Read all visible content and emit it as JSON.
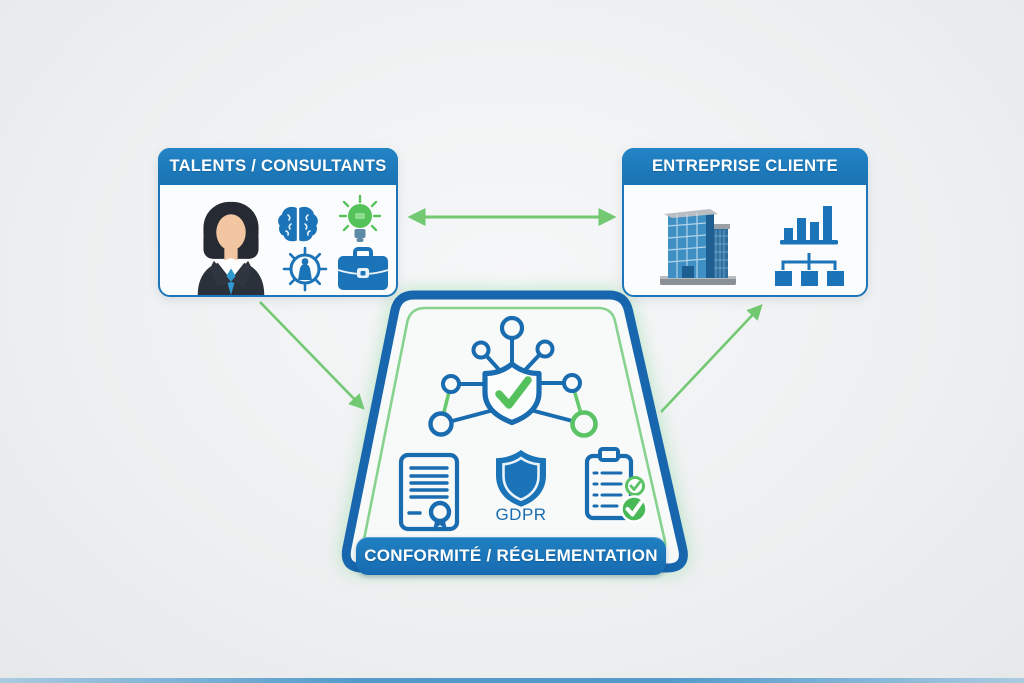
{
  "boxes": {
    "talents": {
      "title": "TALENTS / CONSULTANTS",
      "icons": [
        "woman-avatar",
        "brain",
        "lightbulb",
        "gear-person",
        "briefcase"
      ]
    },
    "client": {
      "title": "ENTREPRISE CLIENTE",
      "icons": [
        "office-building",
        "bar-chart",
        "org-chart"
      ]
    }
  },
  "compliance": {
    "label": "CONFORMITÉ / RÉGLEMENTATION",
    "gdpr_label": "GDPR",
    "icons": [
      "shield-network",
      "certificate-document",
      "gdpr-shield",
      "checklist-clipboard"
    ]
  },
  "connections": [
    {
      "from": "talents",
      "to": "client",
      "type": "bidirectional"
    },
    {
      "from": "talents",
      "to": "compliance",
      "type": "one-way"
    },
    {
      "from": "compliance",
      "to": "client",
      "type": "one-way"
    }
  ],
  "colors": {
    "header_blue": "#1b77b9",
    "trapezoid_border_blue": "#1766ae",
    "icon_blue": "#1b74b8",
    "arrow_green": "#72c972",
    "check_green": "#4fbd5c",
    "background": "#eef0f1"
  }
}
